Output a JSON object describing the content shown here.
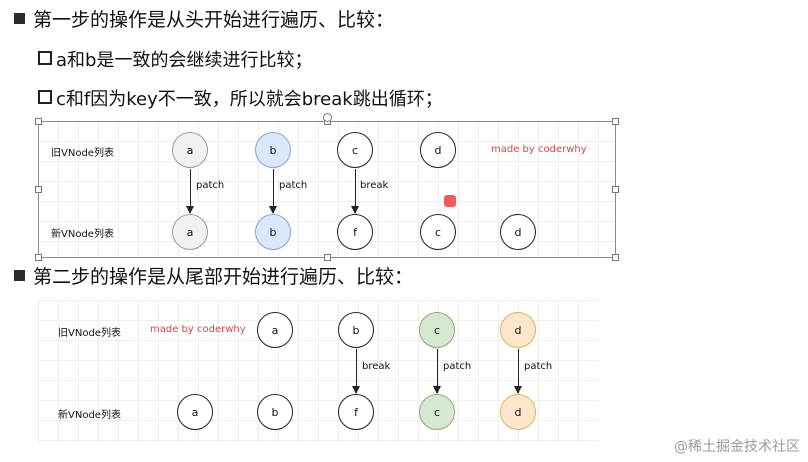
{
  "step1": {
    "heading": "第一步的操作是从头开始进行遍历、比较：",
    "bullets": [
      "a和b是一致的会继续进行比较；",
      "c和f因为key不一致，所以就会break跳出循环；"
    ]
  },
  "diagram1": {
    "old_label": "旧VNode列表",
    "new_label": "新VNode列表",
    "made_by": "made by coderwhy",
    "old_nodes": [
      "a",
      "b",
      "c",
      "d"
    ],
    "new_nodes": [
      "a",
      "b",
      "f",
      "c",
      "d"
    ],
    "arrow_labels": [
      "patch",
      "patch",
      "break"
    ]
  },
  "step2": {
    "heading": "第二步的操作是从尾部开始进行遍历、比较："
  },
  "diagram2": {
    "old_label": "旧VNode列表",
    "new_label": "新VNode列表",
    "made_by": "made by coderwhy",
    "old_nodes": [
      "a",
      "b",
      "c",
      "d"
    ],
    "new_nodes": [
      "a",
      "b",
      "f",
      "c",
      "d"
    ],
    "arrow_labels": [
      "break",
      "patch",
      "patch"
    ]
  },
  "colors": {
    "gray": "#f1f1f1",
    "blue": "#dbe8fb",
    "green": "#d5e8d4",
    "yellow": "#ffe6cc",
    "made_by_red": "#e0443e"
  },
  "watermark": "@稀土掘金技术社区"
}
